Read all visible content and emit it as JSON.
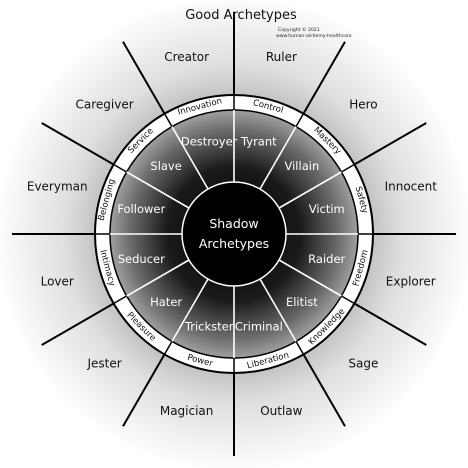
{
  "title": "Good Archetypes",
  "copyright": {
    "line1": "Copyright © 2021",
    "line2": "www.human-alchemy-healthcare"
  },
  "center": {
    "line1": "Shadow",
    "line2": "Archetypes"
  },
  "outer_archetypes": [
    "Ruler",
    "Hero",
    "Innocent",
    "Explorer",
    "Sage",
    "Outlaw",
    "Magician",
    "Jester",
    "Lover",
    "Everyman",
    "Caregiver",
    "Creator"
  ],
  "ring_values": [
    "Mastery",
    "Safety",
    "Freedom",
    "Knowledge",
    "Liberation",
    "Power",
    "Pleasure",
    "Intimacy",
    "Belonging",
    "Service",
    "Innovation",
    "Control"
  ],
  "shadow_archetypes": [
    "Tyrant",
    "Villain",
    "Victim",
    "Raider",
    "Elitist",
    "Criminal",
    "Trickster",
    "Hater",
    "Seducer",
    "Follower",
    "Slave",
    "Destroyer"
  ],
  "colors": {
    "ring_fill": "#ffffff",
    "ring_stroke": "#000000",
    "shadow_outer": "#9a9a9a",
    "shadow_inner": "#000000",
    "spokes": "#000000",
    "halo": "#c8c8c8"
  }
}
